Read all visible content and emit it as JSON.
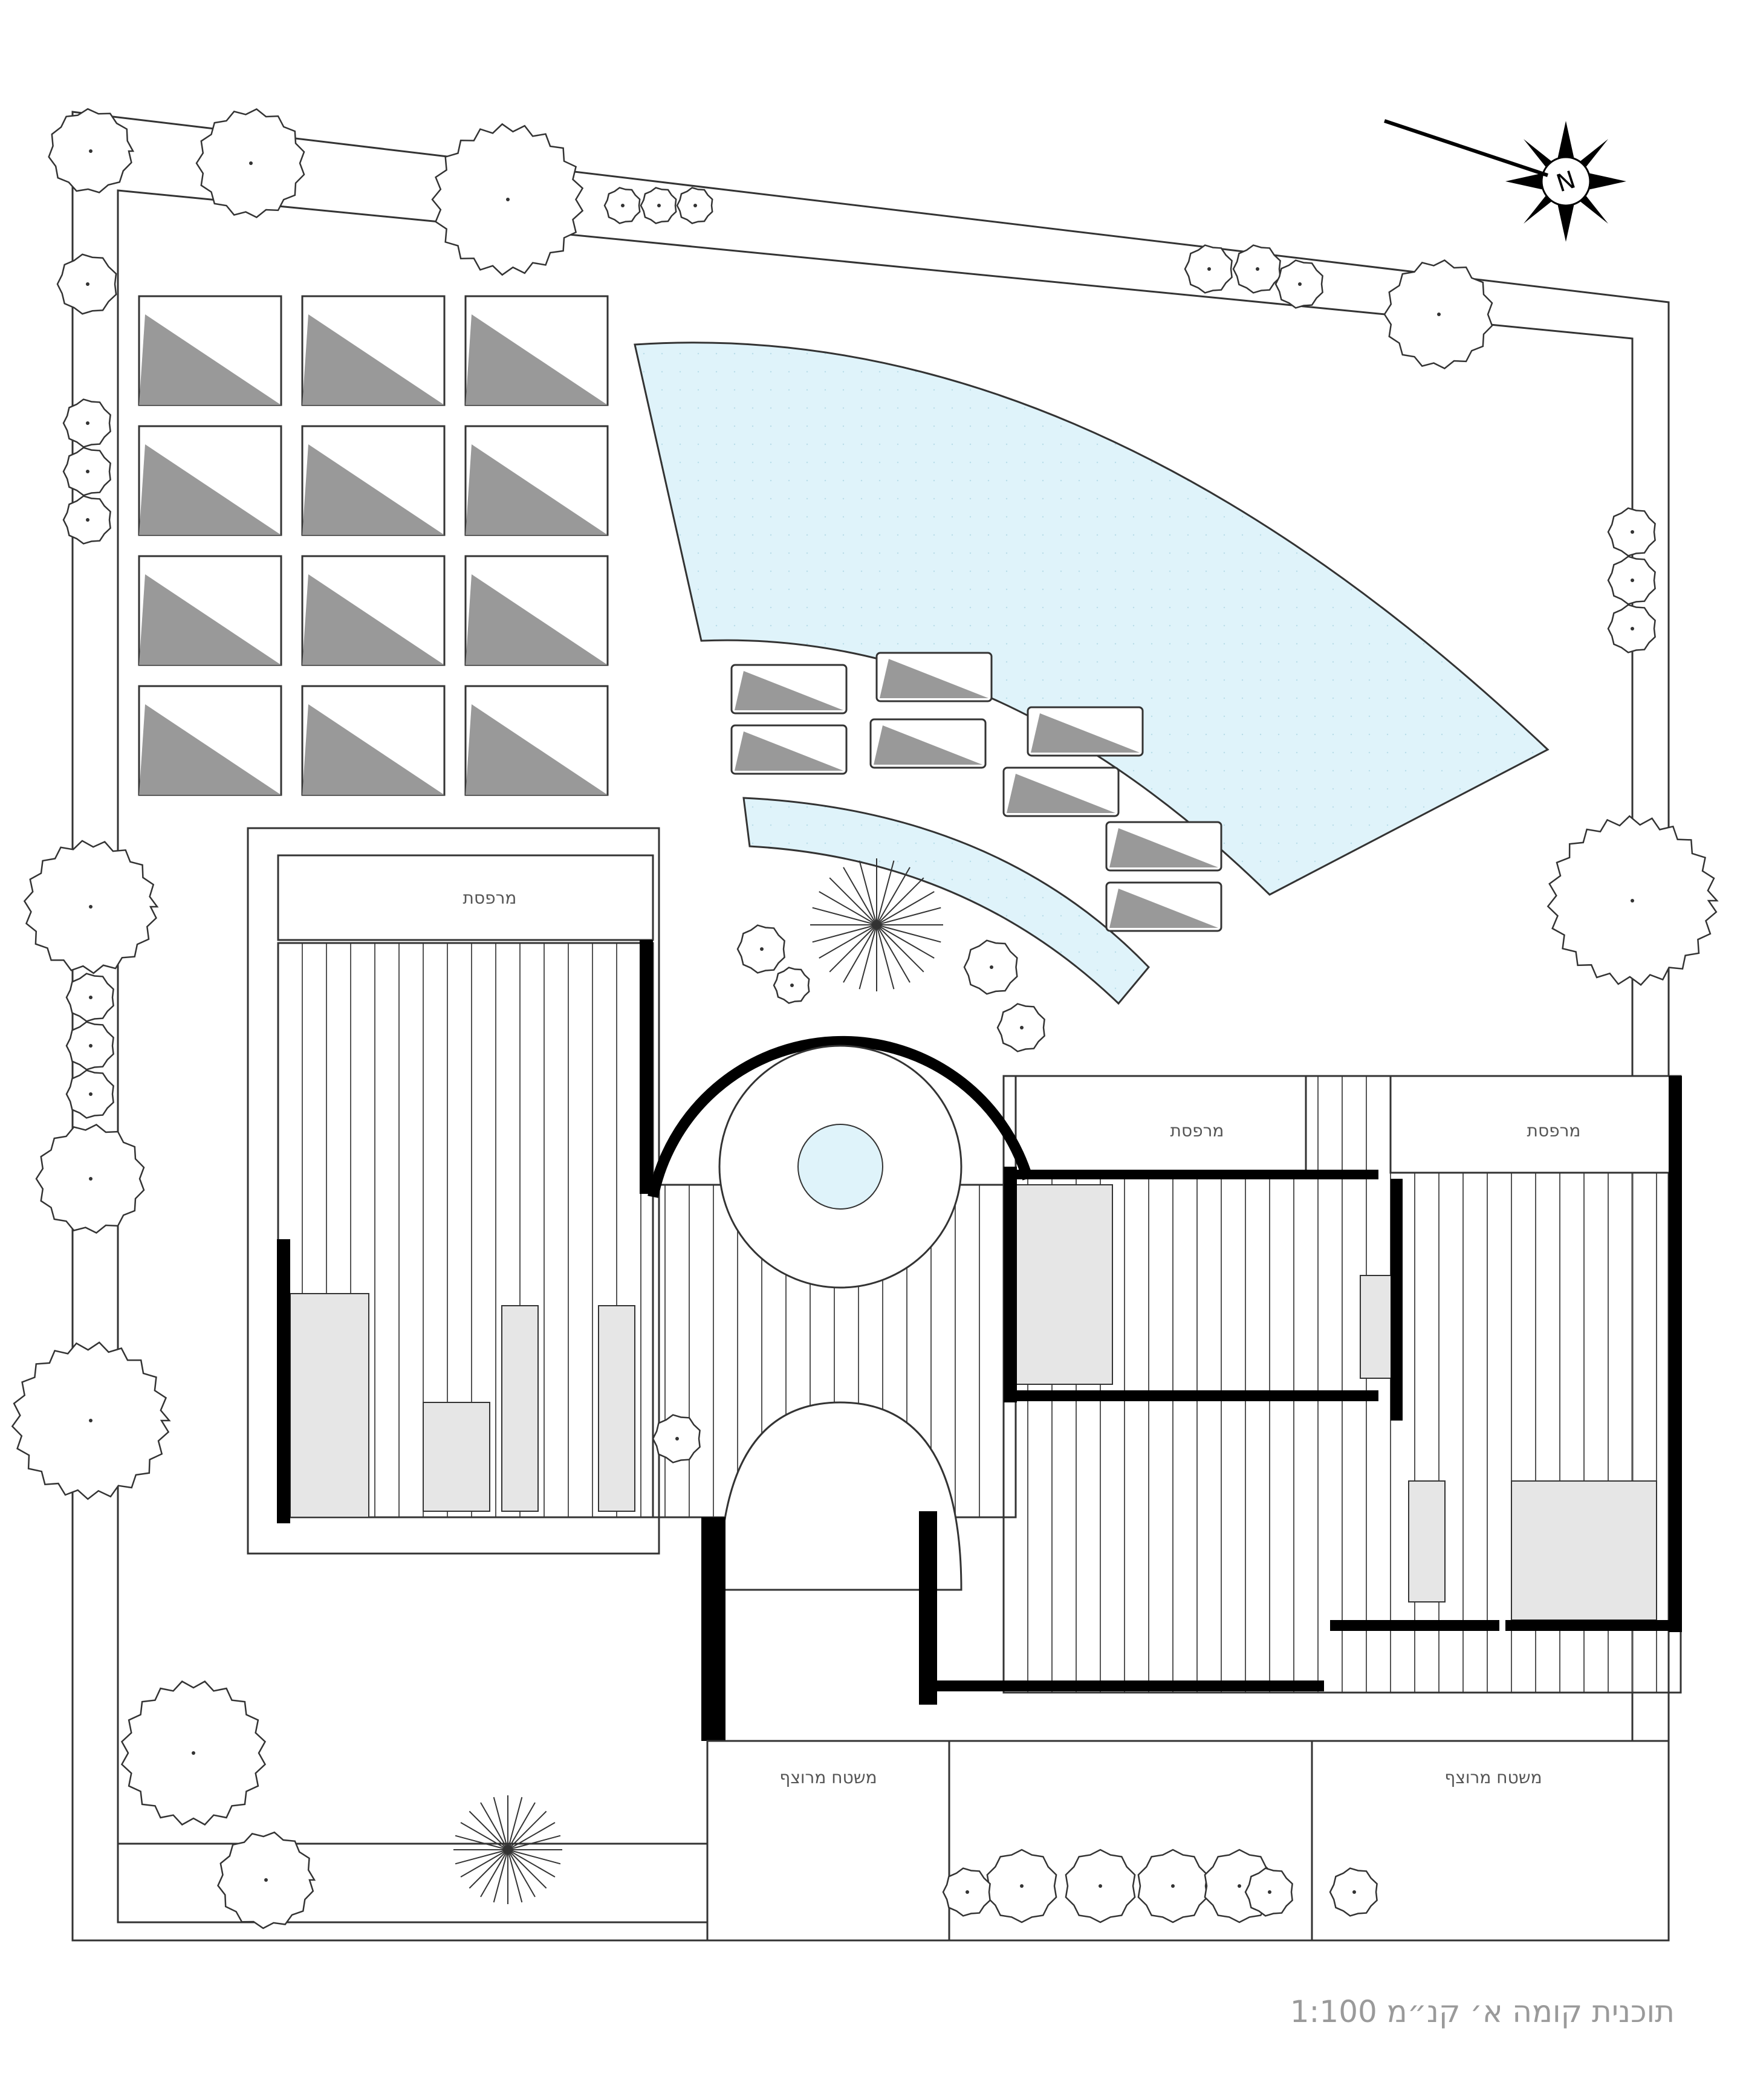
{
  "title": "תוכנית קומה א׳   קנ״מ 1:100",
  "compass": {
    "letter": "N",
    "icon": "north-arrow-icon"
  },
  "rooms": {
    "balcony_left": "מרפסת",
    "balcony_mid": "מרפסת",
    "balcony_right": "מרפסת",
    "tiled_left": "משטח מרוצף",
    "tiled_right": "משטח מרוצף"
  },
  "colors": {
    "pool_fill": "#dff3fa",
    "wall": "#000000",
    "line": "#333333",
    "wet_area": "#e6e6e6",
    "title_text": "#9a9a9a"
  }
}
